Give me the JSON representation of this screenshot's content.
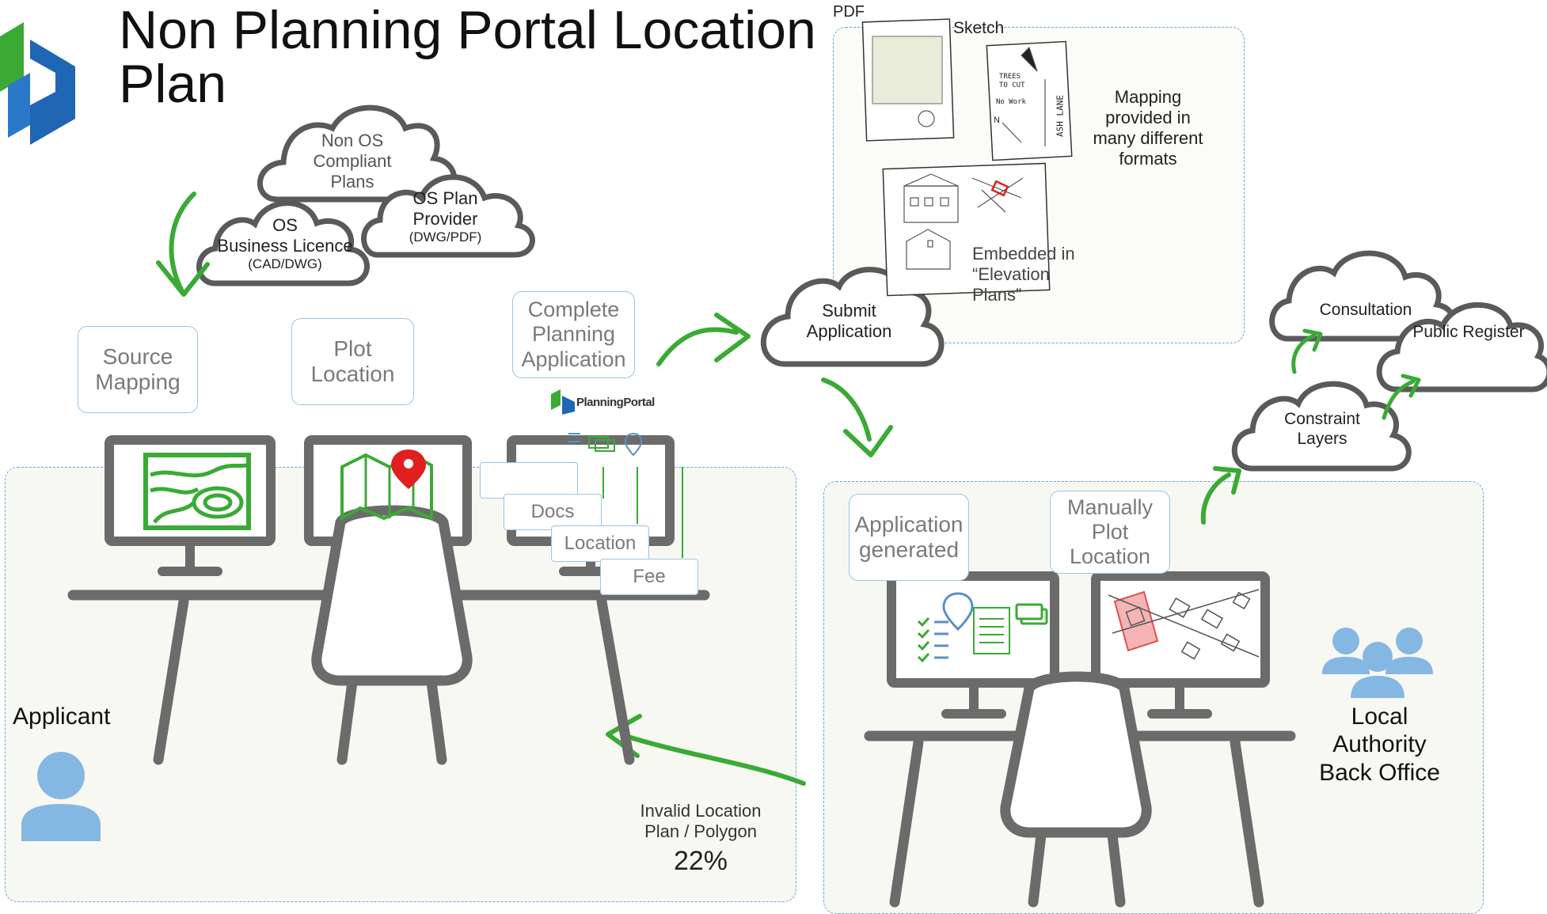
{
  "title": "Non Planning Portal Location Plan",
  "colors": {
    "arrow_green": "#3aaa35",
    "monitor_grey": "#676767",
    "zone_border": "#6aa6d6",
    "person_blue": "#85b7e3",
    "red_pin": "#e02020"
  },
  "clouds": {
    "non_os": "Non OS\nCompliant\nPlans",
    "os_licence": "OS\nBusiness Licence",
    "os_licence_sub": "(CAD/DWG)",
    "os_plan": "OS Plan\nProvider",
    "os_plan_sub": "(DWG/PDF)",
    "submit": "Submit\nApplication",
    "consultation": "Consultation",
    "public_register": "Public Register",
    "constraint": "Constraint\nLayers"
  },
  "applicant_zone": {
    "source_mapping": "Source\nMapping",
    "plot_location": "Plot\nLocation",
    "complete_app": "Complete\nPlanning\nApplication",
    "planning_portal": "PlanningPortal",
    "docs": "Docs",
    "location": "Location",
    "fee": "Fee",
    "applicant": "Applicant",
    "invalid": "Invalid Location\nPlan / Polygon",
    "invalid_pct": "22%"
  },
  "formats": {
    "pdf": "PDF",
    "sketch": "Sketch",
    "mapping_note": "Mapping\nprovided in\nmany different\nformats",
    "embedded": "Embedded in\n“Elevation\nPlans”",
    "sketch_trees": "TREES\nTO CUT",
    "sketch_nowork": "No Work",
    "sketch_lane": "ASH  LANE",
    "sketch_n": "N"
  },
  "authority_zone": {
    "app_generated": "Application\ngenerated",
    "manual_plot": "Manually\nPlot\nLocation",
    "local_authority": "Local\nAuthority\nBack Office"
  },
  "icons": [
    "logo-icon",
    "contour-map-icon",
    "map-pin-icon",
    "checklist-icon",
    "money-icon",
    "document-icon",
    "person-icon",
    "people-group-icon",
    "plot-map-icon"
  ]
}
